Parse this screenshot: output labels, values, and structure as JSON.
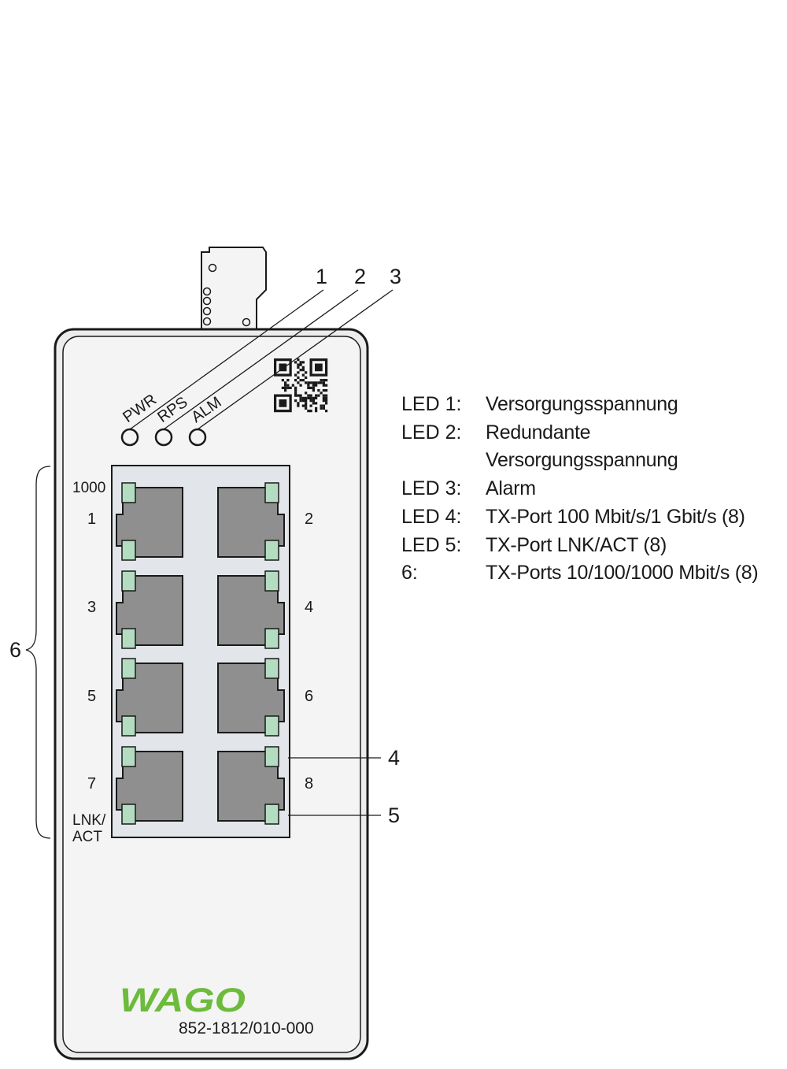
{
  "colors": {
    "housing_fill": "#f4f4f4",
    "housing_stroke": "#1a1a1a",
    "port_panel": "#e2e6ea",
    "port_body": "#8f8f8f",
    "led_green": "#b3dcc0",
    "wago_green": "#6cbb3c"
  },
  "leader_numbers": [
    "1",
    "2",
    "3",
    "4",
    "5",
    "6"
  ],
  "status_leds": [
    "PWR",
    "RPS",
    "ALM"
  ],
  "port_labels": {
    "speed": "1000",
    "link": "LNK/",
    "act": "ACT"
  },
  "ports": [
    {
      "number": "1"
    },
    {
      "number": "2"
    },
    {
      "number": "3"
    },
    {
      "number": "4"
    },
    {
      "number": "5"
    },
    {
      "number": "6"
    },
    {
      "number": "7"
    },
    {
      "number": "8"
    }
  ],
  "brand": {
    "logo_text": "WAGO",
    "model": "852-1812/010-000"
  },
  "qr_code_icon": "qr-code-icon",
  "legend": [
    {
      "key": "LED 1:",
      "value": "Versorgungsspannung"
    },
    {
      "key": "LED 2:",
      "value": "Redundante"
    },
    {
      "key": "",
      "value": "Versorgungsspannung"
    },
    {
      "key": "LED 3:",
      "value": "Alarm"
    },
    {
      "key": "LED 4:",
      "value": "TX-Port 100 Mbit/s/1 Gbit/s (8)"
    },
    {
      "key": "LED 5:",
      "value": "TX-Port LNK/ACT (8)"
    },
    {
      "key": "6:",
      "value": "TX-Ports 10/100/1000 Mbit/s (8)"
    }
  ]
}
